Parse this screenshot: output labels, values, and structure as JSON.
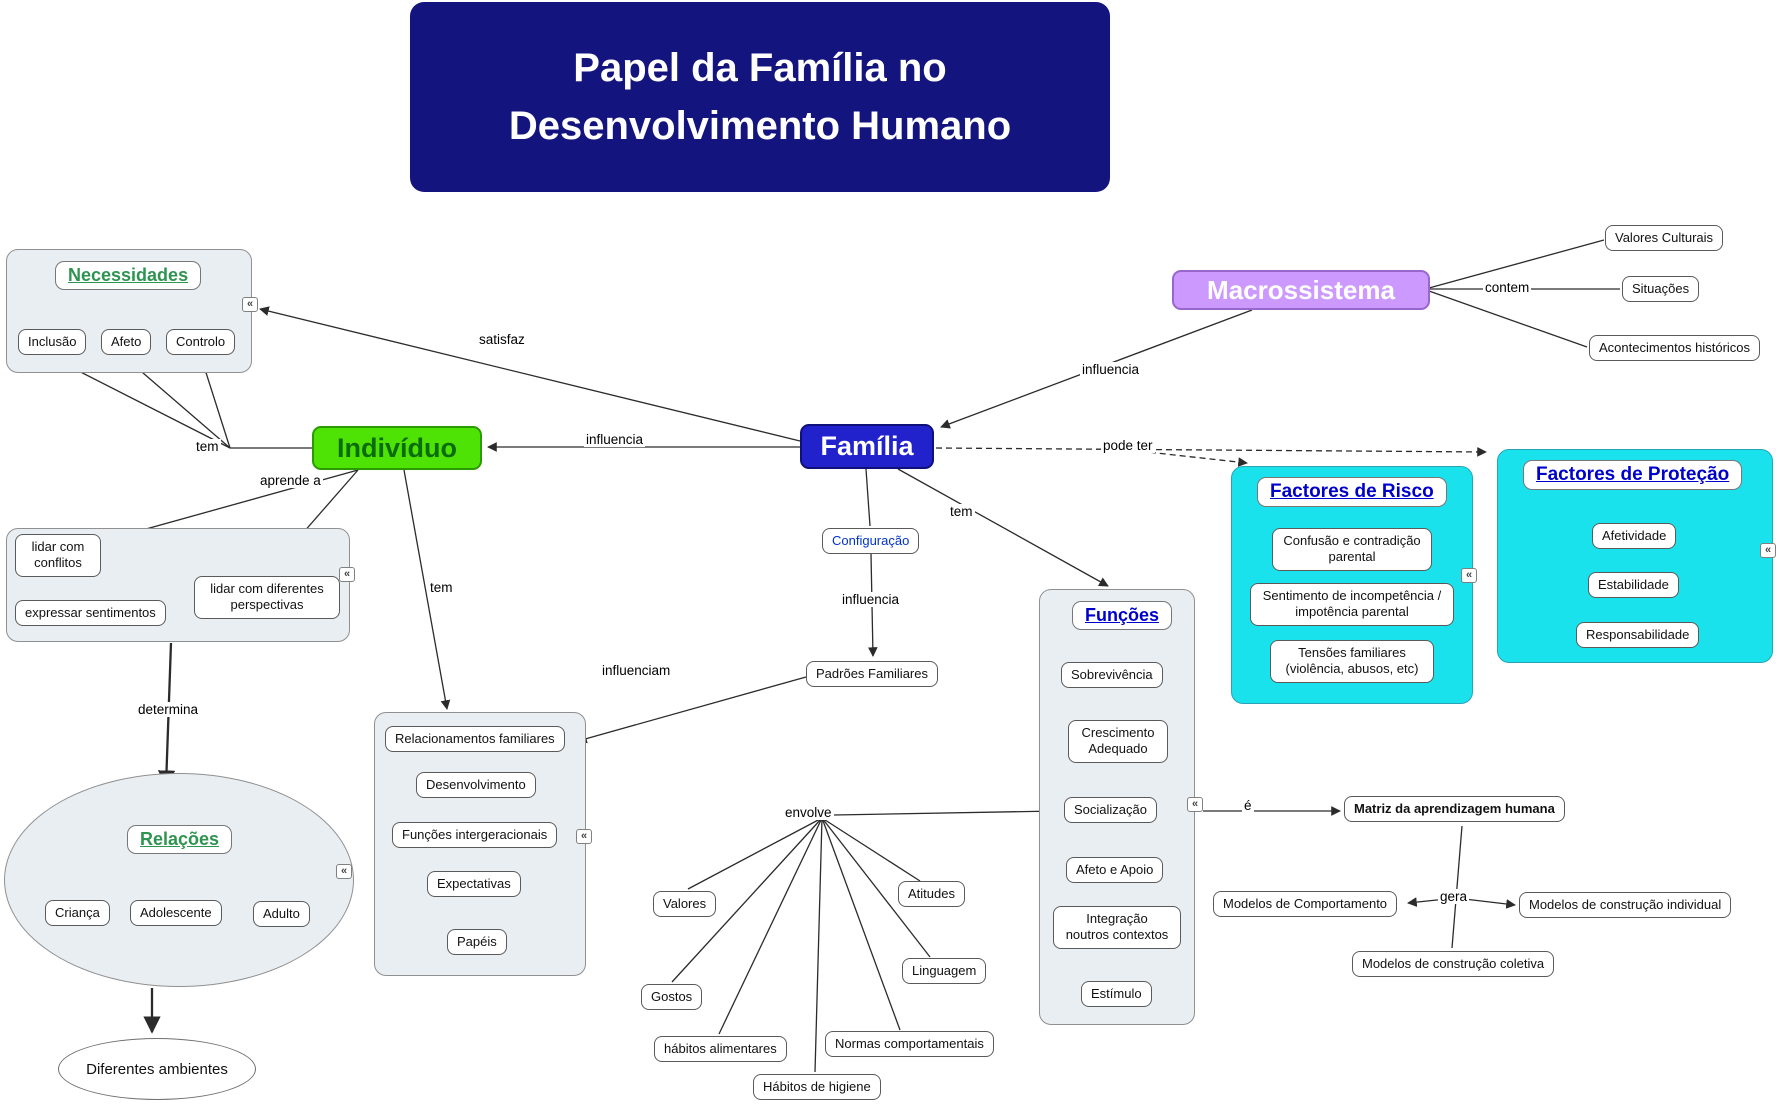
{
  "title": "Papel da Família no Desenvolvimento Humano",
  "icons": {
    "expand": "«"
  },
  "colors": {
    "title_bg": "#14147e",
    "familia_bg": "#2222cc",
    "individuo_bg": "#4fe305",
    "macrossistema_bg": "#cc99ff",
    "cyan_group_bg": "#1ae2ec",
    "group_bg": "#e9eef3",
    "green_title": "#2e9450",
    "blue_title": "#0000cc"
  },
  "nodes": {
    "familia": "Família",
    "individuo": "Indivíduo",
    "macrossistema": "Macrossistema",
    "configuracao": "Configuração",
    "padroes_familiares": "Padrões Familiares",
    "matriz": "Matriz da aprendizagem humana",
    "diferentes_ambientes": "Diferentes ambientes"
  },
  "labels": {
    "satisfaz": "satisfaz",
    "contem": "contem",
    "influencia_macro": "influencia",
    "influencia_individuo": "influencia",
    "influencia_padroes": "influencia",
    "influenciam": "influenciam",
    "tem_necessidades": "tem",
    "tem_relacionamentos": "tem",
    "tem_funcoes": "tem",
    "aprende_a": "aprende a",
    "pode_ter": "pode ter",
    "determina": "determina",
    "envolve": "envolve",
    "e": "é",
    "gera": "gera"
  },
  "groups": {
    "necessidades": {
      "title": "Necessidades",
      "items": [
        "Inclusão",
        "Afeto",
        "Controlo"
      ]
    },
    "aprendizagens": {
      "items": [
        "lidar com conflitos",
        "expressar sentimentos",
        "lidar com diferentes perspectivas"
      ]
    },
    "relacionamentos": {
      "items": [
        "Relacionamentos familiares",
        "Desenvolvimento",
        "Funções intergeracionais",
        "Expectativas",
        "Papéis"
      ]
    },
    "relacoes": {
      "title": "Relações",
      "items": [
        "Criança",
        "Adolescente",
        "Adulto"
      ]
    },
    "funcoes": {
      "title": "Funções",
      "items": [
        "Sobrevivência",
        "Crescimento Adequado",
        "Socialização",
        "Afeto e Apoio",
        "Integração noutros contextos",
        "Estímulo"
      ]
    },
    "factores_risco": {
      "title": "Factores de Risco",
      "items": [
        "Confusão e contradição parental",
        "Sentimento de incompetência / impotência parental",
        "Tensões familiares (violência, abusos, etc)"
      ]
    },
    "factores_protecao": {
      "title": "Factores de Proteção",
      "items": [
        "Afetividade",
        "Estabilidade",
        "Responsabilidade"
      ]
    }
  },
  "macro_children": [
    "Valores Culturais",
    "Situações",
    "Acontecimentos históricos"
  ],
  "matriz_children": [
    "Modelos de Comportamento",
    "Modelos de construção individual",
    "Modelos de construção coletiva"
  ],
  "socializacao_children": [
    "Valores",
    "Atitudes",
    "Linguagem",
    "Gostos",
    "hábitos alimentares",
    "Normas comportamentais",
    "Hábitos de higiene"
  ]
}
